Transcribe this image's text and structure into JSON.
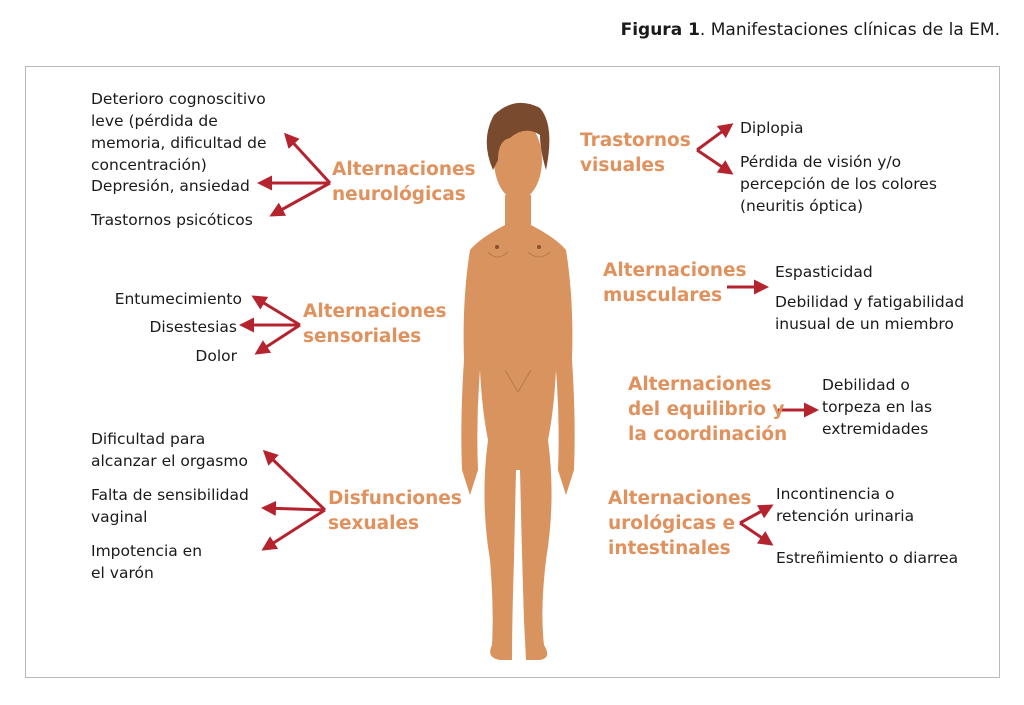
{
  "figure": {
    "label": "Figura 1",
    "caption": ". Manifestaciones clínicas de la EM."
  },
  "colors": {
    "skin": "#d9935f",
    "hair": "#7a4a2e",
    "label": "#e0925e",
    "arrow": "#b5232f"
  },
  "groups": {
    "neuro": {
      "label": "Alternaciones\nneurológicas",
      "items": [
        "Deterioro cognoscitivo\nleve (pérdida de\nmemoria, dificultad de\nconcentración)",
        "Depresión, ansiedad",
        "Trastornos psicóticos"
      ]
    },
    "sensory": {
      "label": "Alternaciones\nsensoriales",
      "items": [
        "Entumecimiento",
        "Disestesias",
        "Dolor"
      ]
    },
    "sexual": {
      "label": "Disfunciones\nsexuales",
      "items": [
        "Dificultad para\nalcanzar el orgasmo",
        "Falta de sensibilidad\nvaginal",
        "Impotencia en\nel varón"
      ]
    },
    "visual": {
      "label": "Trastornos\nvisuales",
      "items": [
        "Diplopia",
        "Pérdida de visión y/o\npercepción de los colores\n(neuritis óptica)"
      ]
    },
    "muscular": {
      "label": "Alternaciones\nmusculares",
      "items": [
        "Espasticidad",
        "Debilidad y fatigabilidad\ninusual de un miembro"
      ]
    },
    "balance": {
      "label": "Alternaciones\ndel equilibrio y\nla coordinación",
      "items": [
        "Debilidad o\ntorpeza en las\nextremidades"
      ]
    },
    "uro": {
      "label": "Alternaciones\nurológicas e\nintestinales",
      "items": [
        "Incontinencia o\nretención urinaria",
        "Estreñimiento o diarrea"
      ]
    }
  }
}
